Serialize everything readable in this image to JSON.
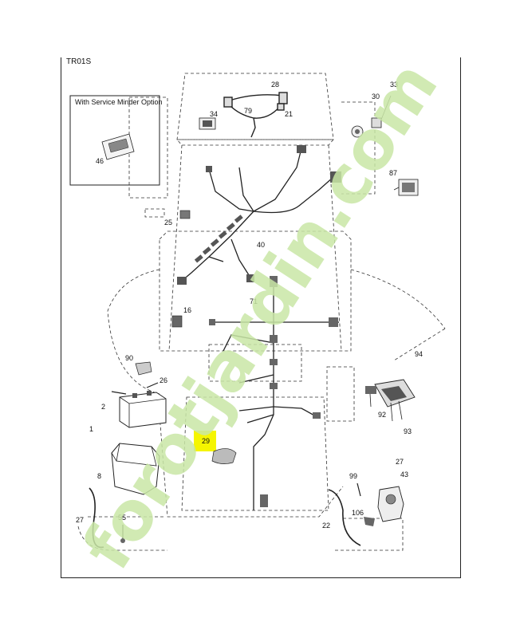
{
  "diagram": {
    "code": "TR01S",
    "service_box_title": "With Service Minder Option",
    "watermark_text": "forotjardin.com",
    "highlight_color": "#f5f500",
    "watermark_color_green": "#c9e7a6",
    "watermark_color_brown": "#d8cfc0",
    "parts": [
      "1",
      "2",
      "8",
      "16",
      "21",
      "22",
      "25",
      "26",
      "27",
      "27",
      "28",
      "29",
      "30",
      "33",
      "34",
      "40",
      "43",
      "46",
      "55",
      "71",
      "79",
      "87",
      "90",
      "92",
      "93",
      "94",
      "99",
      "106"
    ]
  }
}
